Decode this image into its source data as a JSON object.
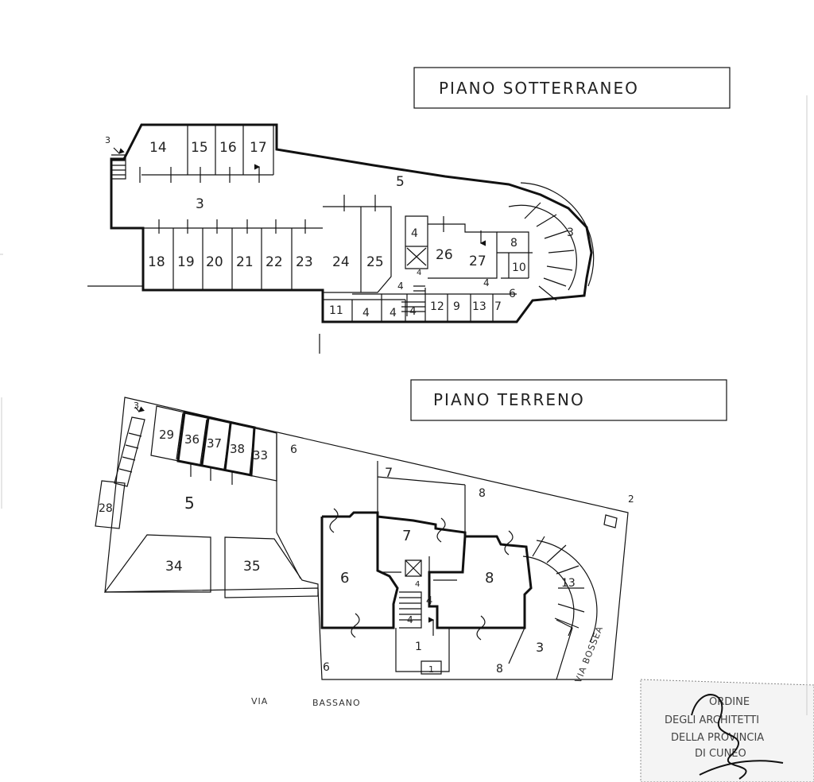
{
  "titles": {
    "basement": "PIANO SOTTERRANEO",
    "ground": "PIANO TERRENO"
  },
  "streets": {
    "bassano_1": "VIA",
    "bassano_2": "BASSANO",
    "bossea": "VIA BOSSEA"
  },
  "stamp": {
    "line1": "ORDINE",
    "line2": "DEGLI ARCHITETTI",
    "line3": "DELLA PROVINCIA",
    "line4": "DI CUNEO"
  },
  "basement_labels": [
    "3",
    "14",
    "15",
    "16",
    "17",
    "5",
    "3",
    "3",
    "18",
    "19",
    "20",
    "21",
    "22",
    "23",
    "24",
    "25",
    "4",
    "4",
    "26",
    "27",
    "8",
    "10",
    "6",
    "11",
    "4",
    "4",
    "4",
    "12",
    "9",
    "13",
    "7",
    "4",
    "4"
  ],
  "ground_labels": [
    "3",
    "29",
    "36",
    "37",
    "38",
    "33",
    "6",
    "28",
    "5",
    "7",
    "8",
    "2",
    "34",
    "35",
    "7",
    "6",
    "8",
    "13",
    "4",
    "4",
    "4",
    "3",
    "1",
    "6",
    "1",
    "8"
  ]
}
